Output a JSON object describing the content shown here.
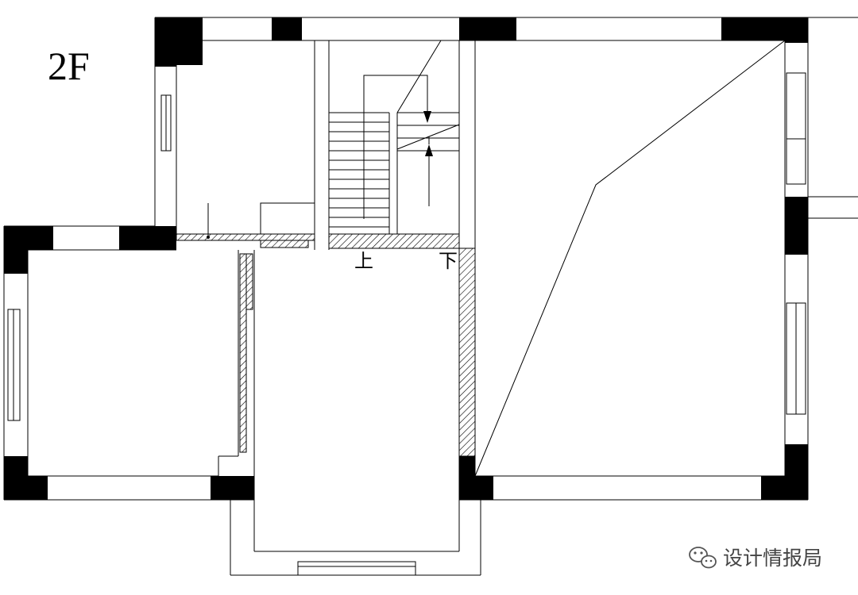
{
  "floor_label": "2F",
  "stair_up_label": "上",
  "stair_down_label": "下",
  "watermark": {
    "text": "设计情报局",
    "icon": "wechat-icon",
    "color": "#444444"
  },
  "colors": {
    "line": "#000000",
    "column": "#000000",
    "background": "#ffffff"
  }
}
